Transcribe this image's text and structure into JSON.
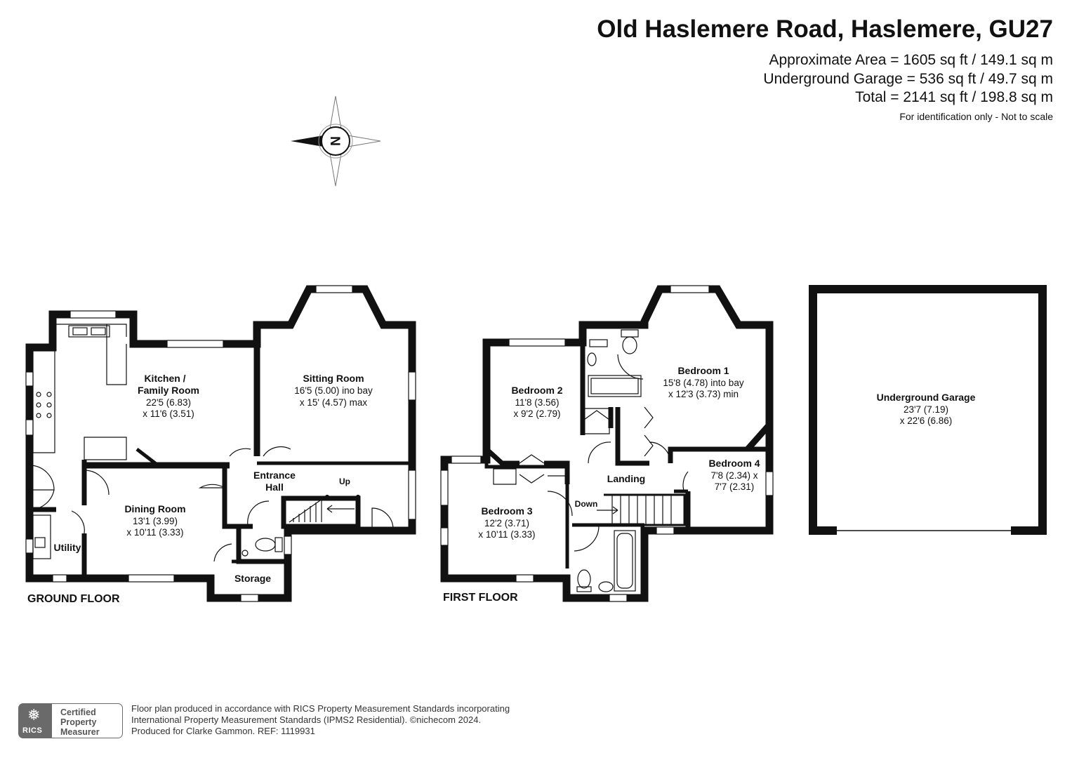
{
  "header": {
    "title": "Old Haslemere Road, Haslemere, GU27",
    "area_lines": [
      "Approximate Area = 1605 sq ft / 149.1 sq m",
      "Underground Garage = 536 sq ft / 49.7 sq m",
      "Total = 2141 sq ft / 198.8 sq m"
    ],
    "note": "For identification only - Not to scale"
  },
  "compass": {
    "letter": "N"
  },
  "ground_floor": {
    "label": "GROUND FLOOR",
    "rooms": {
      "kitchen": {
        "name": [
          "Kitchen /",
          "Family Room"
        ],
        "dims": [
          "22'5 (6.83)",
          "x 11'6 (3.51)"
        ]
      },
      "sitting": {
        "name": [
          "Sitting Room"
        ],
        "dims": [
          "16'5 (5.00) ino bay",
          "x 15' (4.57) max"
        ]
      },
      "dining": {
        "name": [
          "Dining Room"
        ],
        "dims": [
          "13'1 (3.99)",
          "x 10'11 (3.33)"
        ]
      },
      "entrance": {
        "name": [
          "Entrance",
          "Hall"
        ]
      },
      "utility": {
        "name": [
          "Utility"
        ]
      },
      "storage": {
        "name": [
          "Storage"
        ]
      }
    },
    "stairs": "Up"
  },
  "first_floor": {
    "label": "FIRST FLOOR",
    "rooms": {
      "bedroom1": {
        "name": [
          "Bedroom 1"
        ],
        "dims": [
          "15'8 (4.78) into bay",
          "x 12'3 (3.73) min"
        ]
      },
      "bedroom2": {
        "name": [
          "Bedroom 2"
        ],
        "dims": [
          "11'8 (3.56)",
          "x 9'2 (2.79)"
        ]
      },
      "bedroom3": {
        "name": [
          "Bedroom 3"
        ],
        "dims": [
          "12'2 (3.71)",
          "x 10'11 (3.33)"
        ]
      },
      "bedroom4": {
        "name": [
          "Bedroom 4"
        ],
        "dims": [
          "7'8 (2.34) x",
          "7'7 (2.31)"
        ]
      },
      "landing": {
        "name": [
          "Landing"
        ]
      }
    },
    "stairs": "Down"
  },
  "garage": {
    "name": [
      "Underground Garage"
    ],
    "dims": [
      "23'7 (7.19)",
      "x 22'6 (6.86)"
    ]
  },
  "footer": {
    "lines": [
      "Floor plan produced in accordance with RICS Property Measurement Standards incorporating",
      "International Property Measurement Standards (IPMS2 Residential).  ©nichecom 2024.",
      "Produced for Clarke Gammon.   REF: 1119931"
    ],
    "badge_name": "RICS",
    "badge_lines": [
      "Certified",
      "Property",
      "Measurer"
    ]
  },
  "colors": {
    "wall": "#111111",
    "text": "#111111",
    "badge": "#6a6a6a"
  }
}
